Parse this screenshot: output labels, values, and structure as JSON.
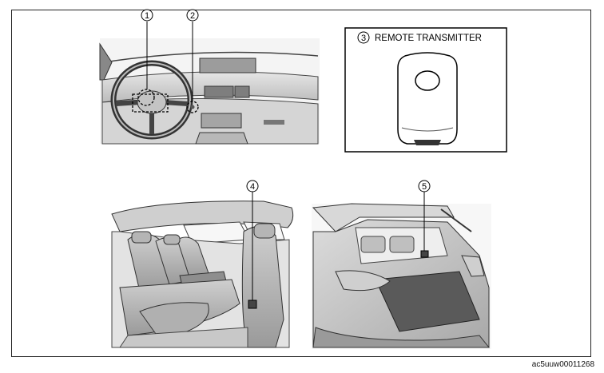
{
  "callouts": [
    {
      "number": "1"
    },
    {
      "number": "2"
    },
    {
      "number": "3",
      "label": "REMOTE TRANSMITTER"
    },
    {
      "number": "4"
    },
    {
      "number": "5"
    }
  ],
  "figure_code": "ac5uuw00011268",
  "colors": {
    "frame": "#222222",
    "line": "#333333",
    "shade": "#bdbdbd",
    "dark": "#555555"
  }
}
